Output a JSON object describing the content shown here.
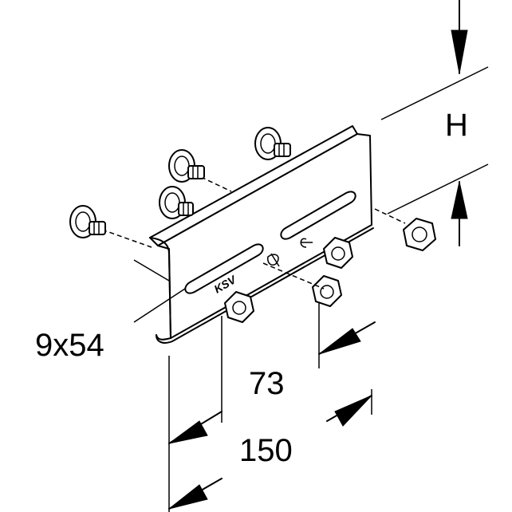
{
  "dimensions": {
    "height_label": "H",
    "slot_label": "9x54",
    "hole_spacing_label": "73",
    "width_label": "150"
  },
  "markings": {
    "brand": "KSV"
  },
  "colors": {
    "line": "#000000",
    "background": "#ffffff"
  }
}
